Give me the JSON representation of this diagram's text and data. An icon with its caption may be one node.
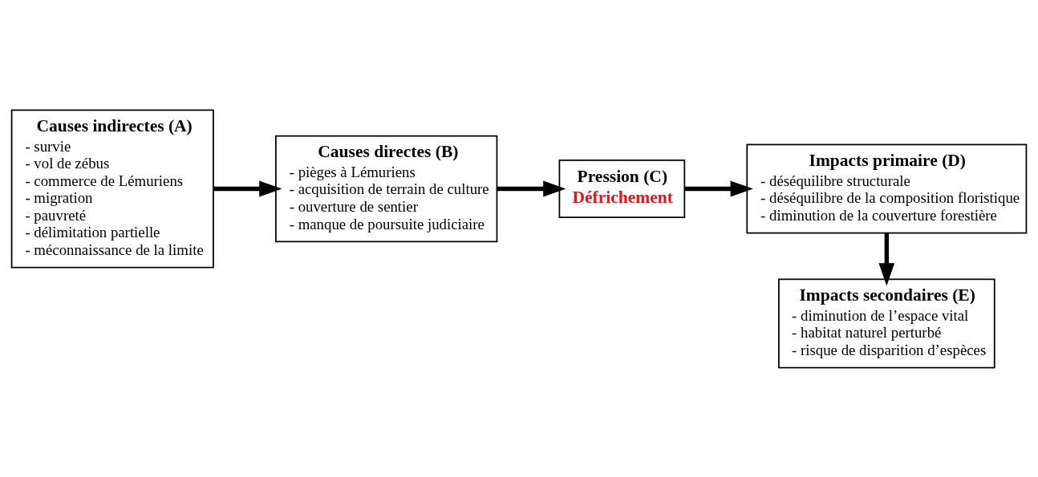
{
  "diagram": {
    "nodes": [
      {
        "text": [
          "Causes indirectes (A)",
          "- survie",
          "- vol de zébus",
          "- commerce de Lémuriens",
          "- migration",
          "- pauvreté",
          "- délimitation partielle",
          "- méconnaissance de la limite"
        ]
      },
      {
        "text": [
          "Causes directes (B)",
          "- pièges à Lémuriens",
          "- acquisition de terrain de culture",
          "- ouverture de sentier",
          "- manque de poursuite judiciaire"
        ]
      },
      {
        "text": [
          "Pression (C)",
          "Défrichement"
        ]
      },
      {
        "text": [
          "Impacts primaire (D)",
          "- déséquilibre structurale",
          "- déséquilibre de la composition floristique",
          "- diminution de la couverture forestière"
        ]
      },
      {
        "text": [
          "Impacts secondaires (E)",
          "- diminution de l’espace vital",
          "- habitat naturel perturbé",
          "- risque de disparition d’espèces"
        ]
      }
    ],
    "edges": [
      {
        "from": 0,
        "to": 1,
        "arrow": "to"
      },
      {
        "from": 1,
        "to": 2,
        "arrow": "to"
      },
      {
        "from": 2,
        "to": 3,
        "arrow": "to"
      },
      {
        "from": 3,
        "to": 4,
        "arrow": "to"
      }
    ]
  }
}
